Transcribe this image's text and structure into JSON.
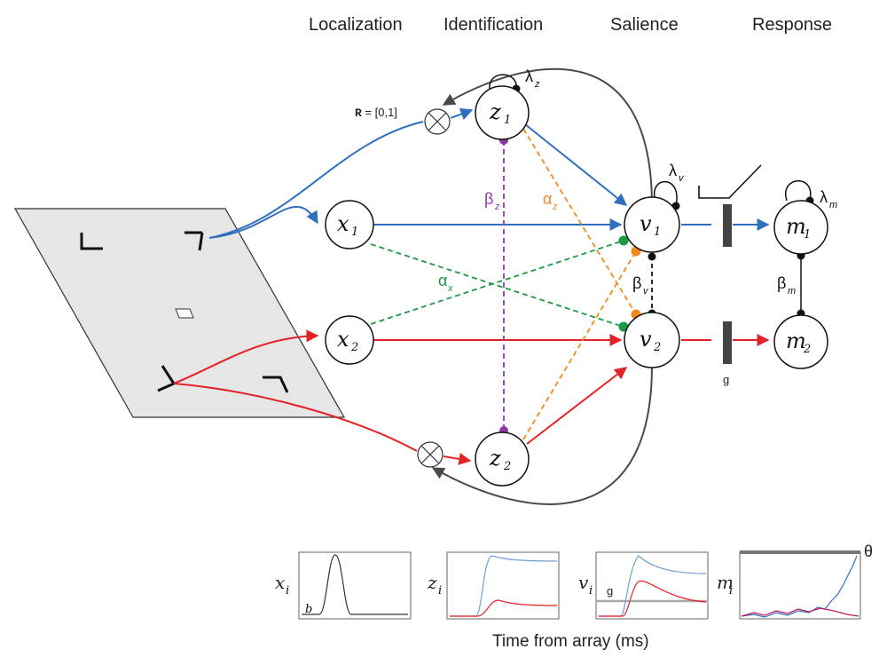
{
  "stages": {
    "localization": "Localization",
    "identification": "Identification",
    "salience": "Salience",
    "response": "Response"
  },
  "nodes": {
    "x1": {
      "main": "x",
      "sub": "1"
    },
    "x2": {
      "main": "x",
      "sub": "2"
    },
    "z1": {
      "main": "z",
      "sub": "1"
    },
    "z2": {
      "main": "z",
      "sub": "2"
    },
    "v1": {
      "main": "v",
      "sub": "1"
    },
    "v2": {
      "main": "v",
      "sub": "2"
    },
    "m1": {
      "main": "m",
      "sub": "1"
    },
    "m2": {
      "main": "m",
      "sub": "2"
    }
  },
  "params": {
    "lambda_z": {
      "main": "λ",
      "sub": "z"
    },
    "lambda_v": {
      "main": "λ",
      "sub": "v"
    },
    "lambda_m": {
      "main": "λ",
      "sub": "m"
    },
    "beta_z": {
      "main": "β",
      "sub": "z"
    },
    "beta_v": {
      "main": "β",
      "sub": "v"
    },
    "beta_m": {
      "main": "β",
      "sub": "m"
    },
    "alpha_z": {
      "main": "α",
      "sub": "z"
    },
    "alpha_x": {
      "main": "α",
      "sub": "x"
    },
    "r_bold": "R",
    "r_range": " = [0,1]",
    "gate": "g"
  },
  "plots": {
    "xi": {
      "main": "x",
      "sub": "i",
      "inner": "b"
    },
    "zi": {
      "main": "z",
      "sub": "i"
    },
    "vi": {
      "main": "v",
      "sub": "i",
      "inner": "g"
    },
    "mi": {
      "main": "m",
      "sub": "i",
      "threshold": "θ"
    },
    "axis_title": "Time from array (ms)"
  },
  "colors": {
    "blue": "#2f6fbf",
    "red": "#e32226",
    "purple": "#8e3aa6",
    "orange": "#f28a1e",
    "green": "#1a9a45",
    "gray": "#4a4a4a"
  }
}
